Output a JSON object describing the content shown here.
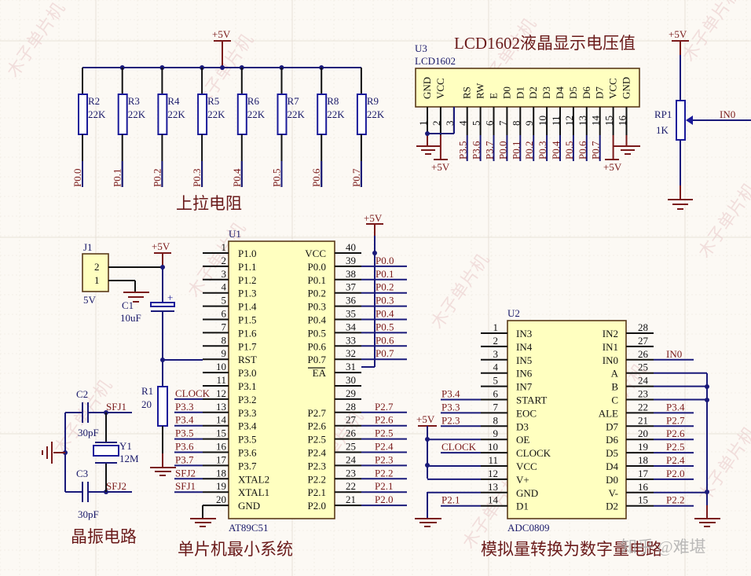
{
  "titles": {
    "pullup": "上拉电阻",
    "lcd": "LCD1602液晶显示电压值",
    "mcu": "单片机最小系统",
    "crystal": "晶振电路",
    "adc": "模拟量转换为数字量电路"
  },
  "watermark": {
    "repeated": "木子单片机",
    "corner": "知乎 @难堪"
  },
  "power_labels": {
    "vcc": "+5V"
  },
  "pullup_resistors": [
    {
      "ref": "R2",
      "value": "22K",
      "net": "P0.0"
    },
    {
      "ref": "R3",
      "value": "22K",
      "net": "P0.1"
    },
    {
      "ref": "R4",
      "value": "22K",
      "net": "P0.2"
    },
    {
      "ref": "R5",
      "value": "22K",
      "net": "P0.3"
    },
    {
      "ref": "R6",
      "value": "22K",
      "net": "P0.4"
    },
    {
      "ref": "R7",
      "value": "22K",
      "net": "P0.5"
    },
    {
      "ref": "R8",
      "value": "22K",
      "net": "P0.6"
    },
    {
      "ref": "R9",
      "value": "22K",
      "net": "P0.7"
    }
  ],
  "lcd": {
    "ref": "U3",
    "part": "LCD1602",
    "pins": [
      {
        "num": "1",
        "name": "GND",
        "net": ""
      },
      {
        "num": "2",
        "name": "VCC",
        "net": ""
      },
      {
        "num": "3",
        "name": "",
        "net": ""
      },
      {
        "num": "4",
        "name": "RS",
        "net": "P3.5"
      },
      {
        "num": "5",
        "name": "RW",
        "net": "P3.6"
      },
      {
        "num": "6",
        "name": "E",
        "net": "P3.7"
      },
      {
        "num": "7",
        "name": "D0",
        "net": "P0.0"
      },
      {
        "num": "8",
        "name": "D1",
        "net": "P0.1"
      },
      {
        "num": "9",
        "name": "D2",
        "net": "P0.2"
      },
      {
        "num": "10",
        "name": "D3",
        "net": "P0.3"
      },
      {
        "num": "11",
        "name": "D4",
        "net": "P0.4"
      },
      {
        "num": "12",
        "name": "D5",
        "net": "P0.5"
      },
      {
        "num": "13",
        "name": "D6",
        "net": "P0.6"
      },
      {
        "num": "14",
        "name": "D7",
        "net": "P0.7"
      },
      {
        "num": "15",
        "name": "VCC",
        "net": ""
      },
      {
        "num": "16",
        "name": "GND",
        "net": ""
      }
    ]
  },
  "pot": {
    "ref": "RP1",
    "value": "1K",
    "net": "IN0"
  },
  "connector": {
    "ref": "J1",
    "value": "5V",
    "pins": [
      "2",
      "1"
    ]
  },
  "c1": {
    "ref": "C1",
    "value": "10uF",
    "polarity": "+"
  },
  "r1": {
    "ref": "R1",
    "value": "20"
  },
  "c2": {
    "ref": "C2",
    "value": "30pF"
  },
  "c3": {
    "ref": "C3",
    "value": "30pF"
  },
  "y1": {
    "ref": "Y1",
    "value": "12M"
  },
  "crystal_nets": [
    "SFJ1",
    "SFJ2"
  ],
  "mcu": {
    "ref": "U1",
    "part": "AT89C51",
    "left_pins": [
      {
        "num": "1",
        "name": "P1.0",
        "net": ""
      },
      {
        "num": "2",
        "name": "P1.1",
        "net": ""
      },
      {
        "num": "3",
        "name": "P1.2",
        "net": ""
      },
      {
        "num": "4",
        "name": "P1.3",
        "net": ""
      },
      {
        "num": "5",
        "name": "P1.4",
        "net": ""
      },
      {
        "num": "6",
        "name": "P1.5",
        "net": ""
      },
      {
        "num": "7",
        "name": "P1.6",
        "net": ""
      },
      {
        "num": "8",
        "name": "P1.7",
        "net": ""
      },
      {
        "num": "9",
        "name": "RST",
        "net": ""
      },
      {
        "num": "10",
        "name": "P3.0",
        "net": ""
      },
      {
        "num": "11",
        "name": "P3.1",
        "net": ""
      },
      {
        "num": "12",
        "name": "P3.2",
        "net": "CLOCK"
      },
      {
        "num": "13",
        "name": "P3.3",
        "net": "P3.3"
      },
      {
        "num": "14",
        "name": "P3.4",
        "net": "P3.4"
      },
      {
        "num": "15",
        "name": "P3.5",
        "net": "P3.5"
      },
      {
        "num": "16",
        "name": "P3.6",
        "net": "P3.6"
      },
      {
        "num": "17",
        "name": "P3.7",
        "net": "P3.7"
      },
      {
        "num": "18",
        "name": "XTAL2",
        "net": "SFJ2"
      },
      {
        "num": "19",
        "name": "XTAL1",
        "net": "SFJ1"
      },
      {
        "num": "20",
        "name": "GND",
        "net": ""
      }
    ],
    "right_pins": [
      {
        "num": "40",
        "name": "VCC",
        "net": ""
      },
      {
        "num": "39",
        "name": "P0.0",
        "net": "P0.0"
      },
      {
        "num": "38",
        "name": "P0.1",
        "net": "P0.1"
      },
      {
        "num": "37",
        "name": "P0.2",
        "net": "P0.2"
      },
      {
        "num": "36",
        "name": "P0.3",
        "net": "P0.3"
      },
      {
        "num": "35",
        "name": "P0.4",
        "net": "P0.4"
      },
      {
        "num": "34",
        "name": "P0.5",
        "net": "P0.5"
      },
      {
        "num": "33",
        "name": "P0.6",
        "net": "P0.6"
      },
      {
        "num": "32",
        "name": "P0.7",
        "net": "P0.7"
      },
      {
        "num": "31",
        "name": "EA",
        "net": ""
      },
      {
        "num": "30",
        "name": "",
        "net": ""
      },
      {
        "num": "29",
        "name": "",
        "net": ""
      },
      {
        "num": "28",
        "name": "P2.7",
        "net": "P2.7"
      },
      {
        "num": "27",
        "name": "P2.6",
        "net": "P2.6"
      },
      {
        "num": "26",
        "name": "P2.5",
        "net": "P2.5"
      },
      {
        "num": "25",
        "name": "P2.4",
        "net": "P2.4"
      },
      {
        "num": "24",
        "name": "P2.3",
        "net": "P2.3"
      },
      {
        "num": "23",
        "name": "P2.2",
        "net": "P2.2"
      },
      {
        "num": "22",
        "name": "P2.1",
        "net": "P2.1"
      },
      {
        "num": "21",
        "name": "P2.0",
        "net": "P2.0"
      }
    ]
  },
  "adc": {
    "ref": "U2",
    "part": "ADC0809",
    "left_pins": [
      {
        "num": "1",
        "name": "IN3",
        "net": ""
      },
      {
        "num": "2",
        "name": "IN4",
        "net": ""
      },
      {
        "num": "3",
        "name": "IN5",
        "net": ""
      },
      {
        "num": "4",
        "name": "IN6",
        "net": ""
      },
      {
        "num": "5",
        "name": "IN7",
        "net": ""
      },
      {
        "num": "6",
        "name": "START",
        "net": "P3.4"
      },
      {
        "num": "7",
        "name": "EOC",
        "net": "P3.3"
      },
      {
        "num": "8",
        "name": "D3",
        "net": "P2.3"
      },
      {
        "num": "9",
        "name": "OE",
        "net": ""
      },
      {
        "num": "10",
        "name": "CLOCK",
        "net": "CLOCK"
      },
      {
        "num": "11",
        "name": "VCC",
        "net": ""
      },
      {
        "num": "12",
        "name": "V+",
        "net": ""
      },
      {
        "num": "13",
        "name": "GND",
        "net": ""
      },
      {
        "num": "14",
        "name": "D1",
        "net": "P2.1"
      }
    ],
    "right_pins": [
      {
        "num": "28",
        "name": "IN2",
        "net": ""
      },
      {
        "num": "27",
        "name": "IN1",
        "net": ""
      },
      {
        "num": "26",
        "name": "IN0",
        "net": "IN0"
      },
      {
        "num": "25",
        "name": "A",
        "net": ""
      },
      {
        "num": "24",
        "name": "B",
        "net": ""
      },
      {
        "num": "23",
        "name": "C",
        "net": ""
      },
      {
        "num": "22",
        "name": "ALE",
        "net": "P3.4"
      },
      {
        "num": "21",
        "name": "D7",
        "net": "P2.7"
      },
      {
        "num": "20",
        "name": "D6",
        "net": "P2.6"
      },
      {
        "num": "19",
        "name": "D5",
        "net": "P2.5"
      },
      {
        "num": "18",
        "name": "D4",
        "net": "P2.4"
      },
      {
        "num": "17",
        "name": "D0",
        "net": "P2.0"
      },
      {
        "num": "16",
        "name": "V-",
        "net": ""
      },
      {
        "num": "15",
        "name": "D2",
        "net": "P2.2"
      }
    ]
  },
  "colors": {
    "background": "#fcf9f4",
    "wire": "#1a1a7a",
    "power": "#7a1a1a",
    "chip_fill": "#ffffc0",
    "net_label": "#7a1a1a"
  }
}
